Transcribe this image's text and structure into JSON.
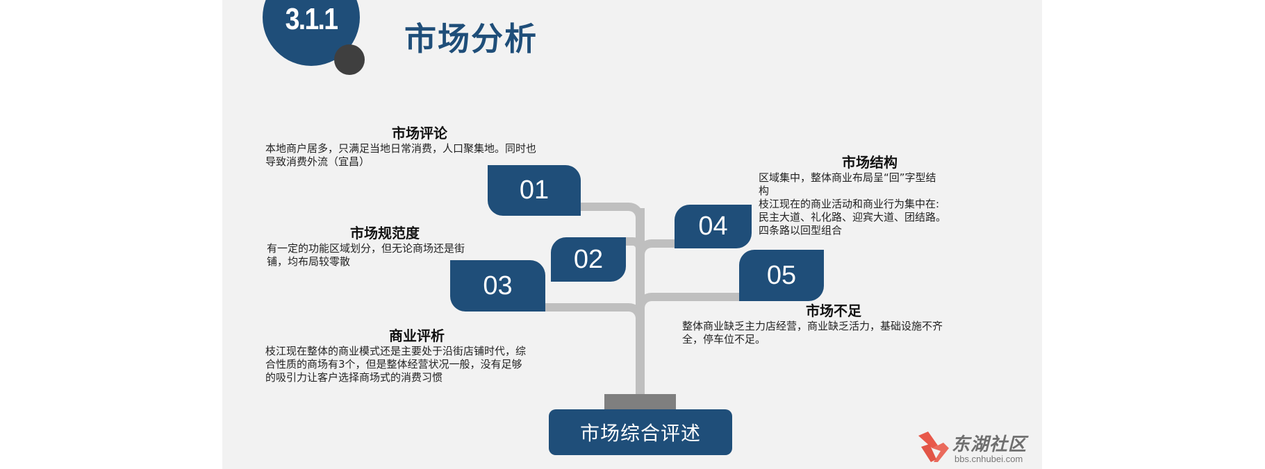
{
  "header": {
    "section_number": "3.1.1",
    "title": "市场分析"
  },
  "sections": [
    {
      "number": "01",
      "title": "市场评论",
      "body_lines": [
        "本地商户居多，只满足当地日常消费，人口聚集地。同时也",
        "导致消费外流（宜昌）"
      ]
    },
    {
      "number": "02",
      "title": "市场规范度",
      "body_lines": [
        "有一定的功能区域划分，但无论商场还是街",
        "铺，均布局较零散"
      ]
    },
    {
      "number": "03",
      "title": "商业评析",
      "body_lines": [
        "枝江现在整体的商业模式还是主要处于沿街店铺时代，综",
        "合性质的商场有3个，但是整体经营状况一般，没有足够",
        "的吸引力让客户选择商场式的消费习惯"
      ]
    },
    {
      "number": "04",
      "title": "市场结构",
      "body_lines": [
        "区域集中，整体商业布局呈“回”字型结",
        "构",
        "枝江现在的商业活动和商业行为集中在:",
        "民主大道、礼化路、迎宾大道、团结路。",
        "四条路以回型组合"
      ]
    },
    {
      "number": "05",
      "title": "市场不足",
      "body_lines": [
        "整体商业缺乏主力店经营，商业缺乏活力，基础设施不齐",
        "全，停车位不足。"
      ]
    }
  ],
  "root": {
    "label": "市场综合评述"
  },
  "watermark": {
    "name": "东湖社区",
    "url": "bbs.cnhubei.com",
    "logo_icon": "cnhubei-logo-icon"
  },
  "colors": {
    "primary": "#1f4e79",
    "branch": "#bfbfbf",
    "base": "#7f7f7f",
    "dot": "#3f3f3f",
    "background": "#f2f2f2"
  }
}
